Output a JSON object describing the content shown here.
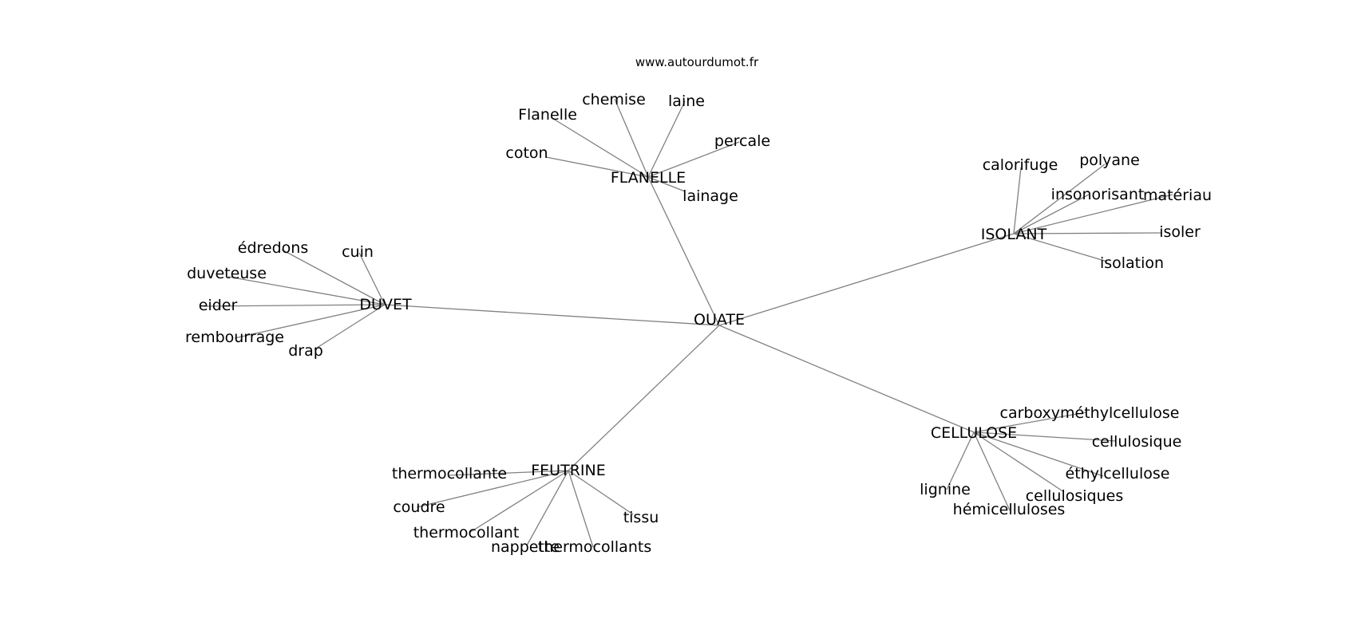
{
  "source": "www.autourdumot.fr",
  "center": "OUATE",
  "hubs": [
    {
      "label": "FLANELLE",
      "leaves": [
        "Flanelle",
        "chemise",
        "laine",
        "percale",
        "coton",
        "lainage"
      ]
    },
    {
      "label": "ISOLANT",
      "leaves": [
        "calorifuge",
        "polyane",
        "insonorisant",
        "matériau",
        "isoler",
        "isolation"
      ]
    },
    {
      "label": "DUVET",
      "leaves": [
        "édredons",
        "cuin",
        "duveteuse",
        "eider",
        "rembourrage",
        "drap"
      ]
    },
    {
      "label": "CELLULOSE",
      "leaves": [
        "carboxyméthylcellulose",
        "cellulosique",
        "éthylcellulose",
        "cellulosiques",
        "lignine",
        "hémicelluloses"
      ]
    },
    {
      "label": "FEUTRINE",
      "leaves": [
        "thermocollante",
        "coudre",
        "thermocollant",
        "nappette",
        "thermocollants",
        "tissu"
      ]
    }
  ]
}
